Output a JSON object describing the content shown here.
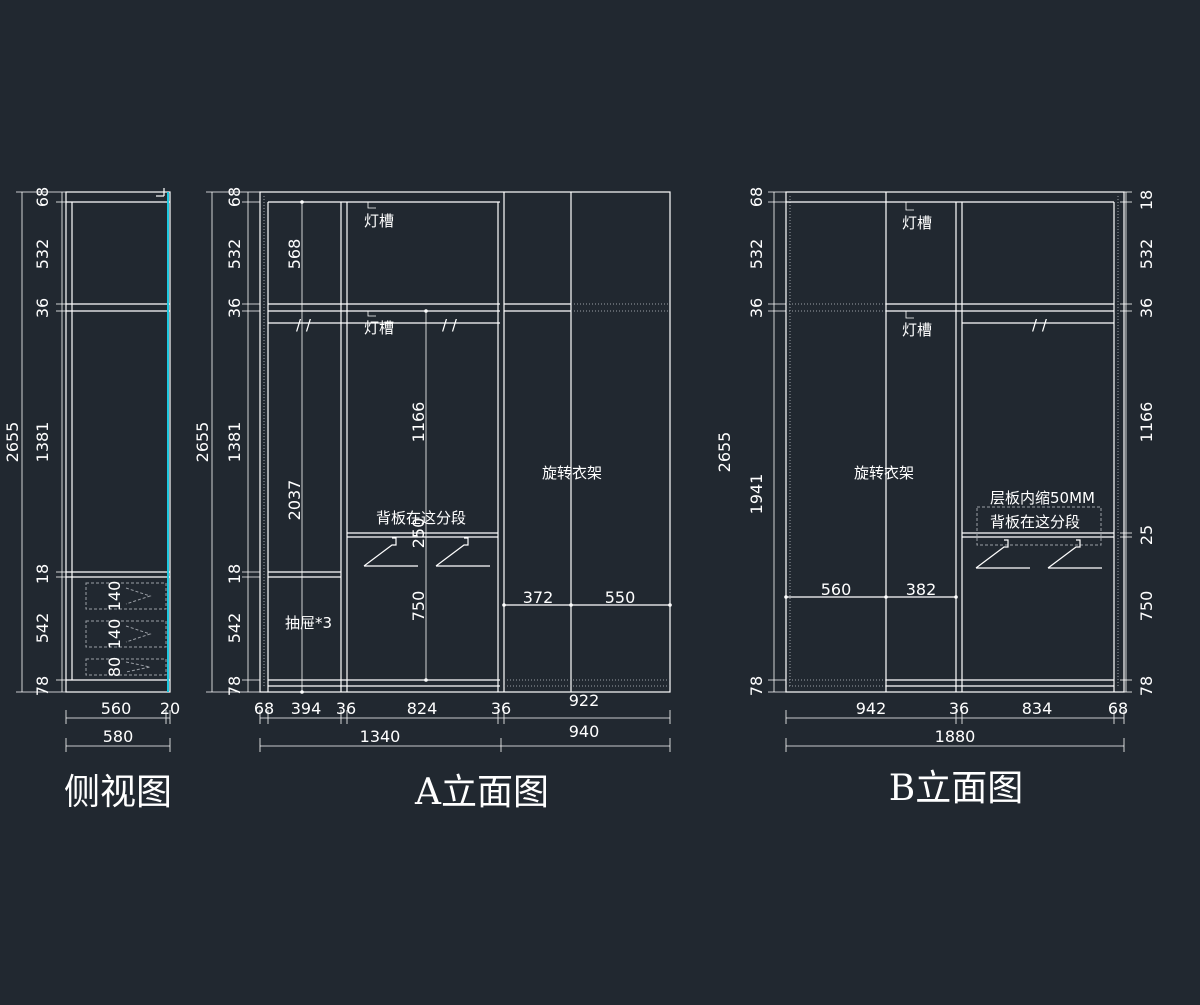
{
  "titles": {
    "side": "侧视图",
    "a": "A立面图",
    "b": "B立面图"
  },
  "side_view": {
    "left_dims": [
      "68",
      "532",
      "36",
      "1381",
      "18",
      "542",
      "78"
    ],
    "overall_height": "2655",
    "drawer_heights": [
      "140",
      "140",
      "80"
    ],
    "bottom_dims": [
      "560",
      "20"
    ],
    "total_depth": "580"
  },
  "a_view": {
    "left_dims": [
      "68",
      "532",
      "36",
      "1381",
      "18",
      "542",
      "78"
    ],
    "overall_height": "2655",
    "inner_dims": [
      "568",
      "2037",
      "1166",
      "250",
      "750"
    ],
    "labels": {
      "light_slot_top": "灯槽",
      "light_slot_mid": "灯槽",
      "back_panel": "背板在这分段",
      "drawer": "抽屉*3",
      "rotating_rack": "旋转衣架"
    },
    "hanger_dims": [
      "372",
      "550"
    ],
    "rack_width": "922",
    "bottom_dims": [
      "68",
      "394",
      "36",
      "824",
      "36"
    ],
    "totals": [
      "1340",
      "940"
    ]
  },
  "b_view": {
    "left_dims": [
      "68",
      "532",
      "36",
      "1941",
      "78"
    ],
    "overall_height": "2655",
    "right_dims": [
      "18",
      "532",
      "36",
      "1166",
      "25",
      "750",
      "78"
    ],
    "labels": {
      "light_slot_top": "灯槽",
      "light_slot_mid": "灯槽",
      "rotating_rack": "旋转衣架",
      "shelf_inset": "层板内缩50MM",
      "back_panel": "背板在这分段"
    },
    "hanger_dims": [
      "560",
      "382"
    ],
    "bottom_dims": [
      "942",
      "36",
      "834",
      "68"
    ],
    "total": "1880"
  },
  "colors": {
    "background": "#212830",
    "line": "#ffffff",
    "accent": "#1ec8e0",
    "hidden_line": "#9a9fa6"
  }
}
